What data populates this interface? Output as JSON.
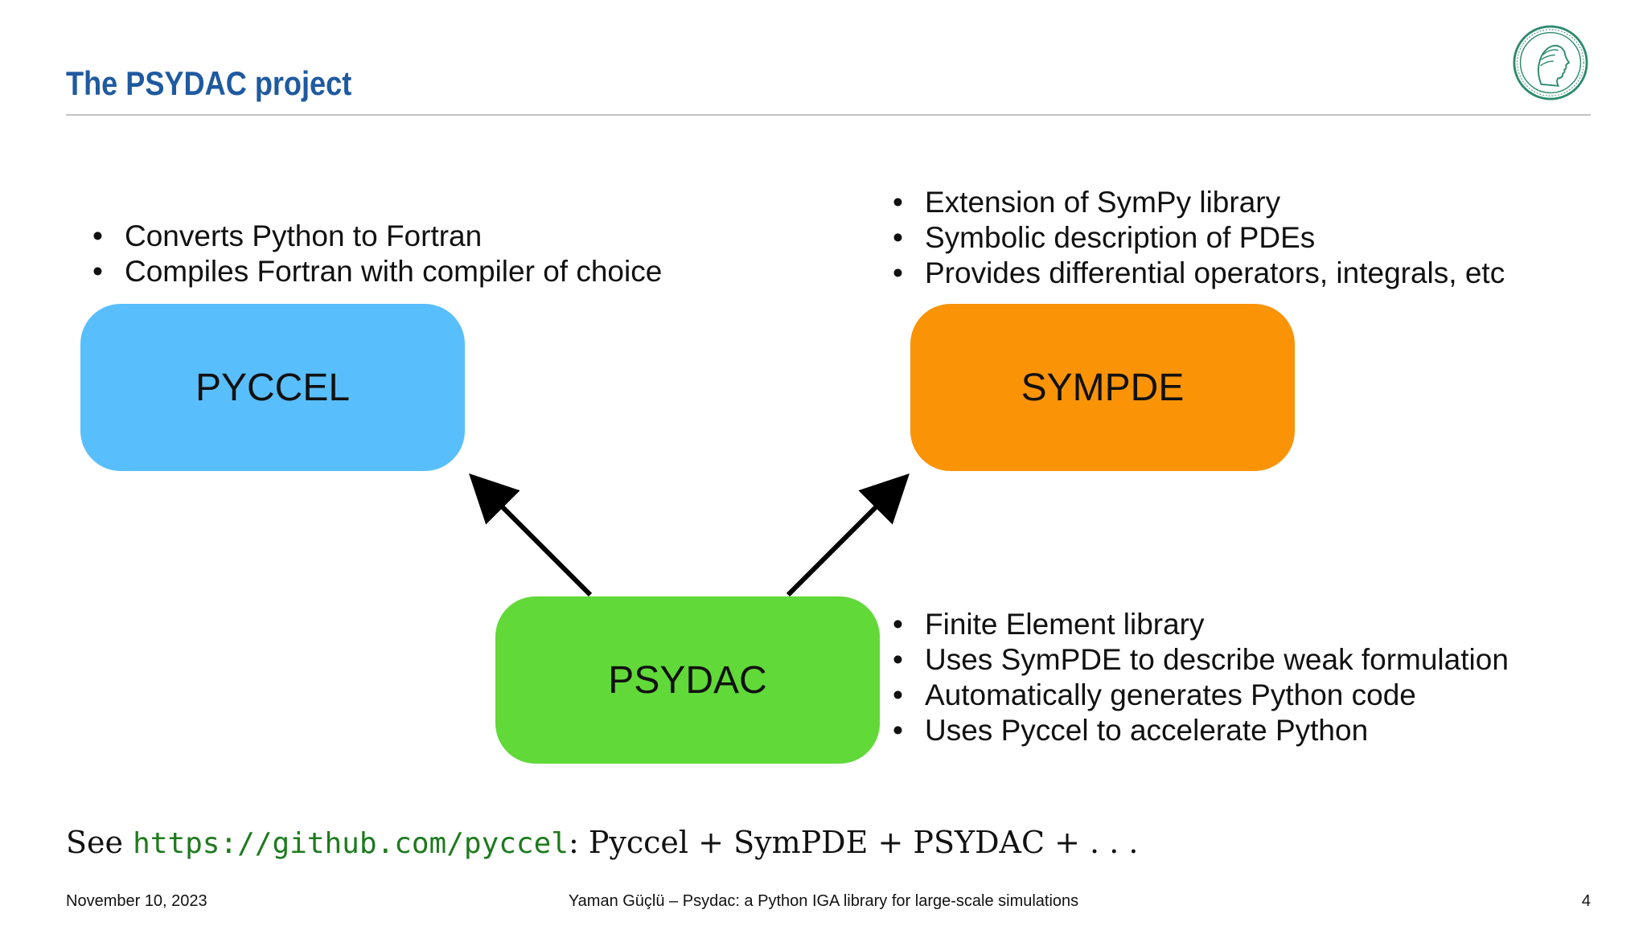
{
  "slide": {
    "title": "The PSYDAC project"
  },
  "pyccel": {
    "label": "PYCCEL",
    "color": "#59befc",
    "bullets": [
      "Converts Python to Fortran",
      "Compiles Fortran with compiler of choice"
    ]
  },
  "sympde": {
    "label": "SYMPDE",
    "color": "#fa9306",
    "bullets": [
      "Extension of SymPy library",
      "Symbolic description of PDEs",
      "Provides differential operators, integrals, etc"
    ]
  },
  "psydac": {
    "label": "PSYDAC",
    "color": "#61d939",
    "bullets": [
      "Finite Element library",
      "Uses SymPDE to describe weak formulation",
      "Automatically generates Python code",
      "Uses Pyccel to accelerate Python"
    ]
  },
  "see_line": {
    "prefix": "See ",
    "url": "https://github.com/pyccel",
    "suffix": ":  Pyccel + SymPDE + PSYDAC + . . ."
  },
  "footer": {
    "date": "November 10, 2023",
    "center": "Yaman Güçlü – Psydac: a Python IGA library for large-scale simulations",
    "page": "4"
  },
  "colors": {
    "title": "#1f5aa0",
    "url": "#1e7a1e",
    "logo": "#2e8b6e"
  },
  "icons": {
    "logo": "minerva-seal-icon"
  }
}
